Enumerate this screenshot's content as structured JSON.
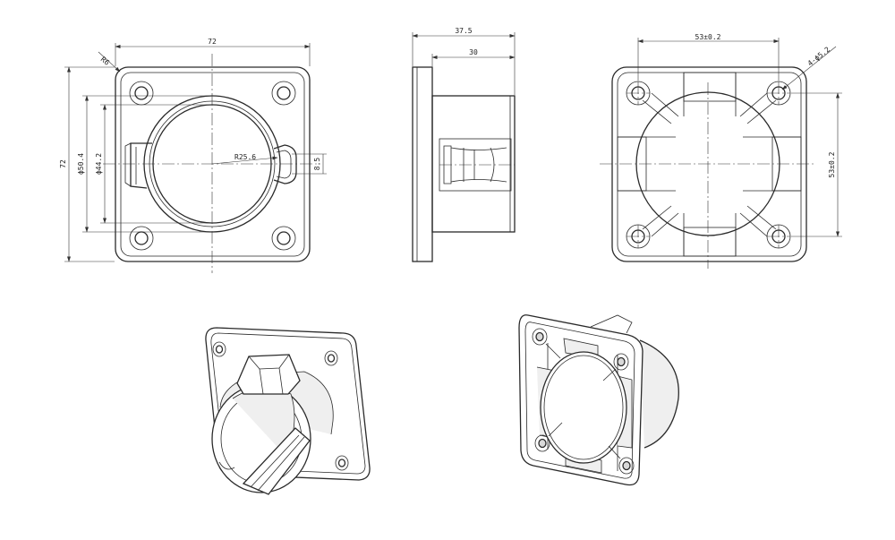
{
  "front_view": {
    "overall_width": "72",
    "overall_height": "72",
    "corner_radius": "R6",
    "outer_diameter": "ϕ50.4",
    "inner_diameter": "ϕ44.2",
    "radius": "R25.6",
    "slot_width": "8.5"
  },
  "side_view": {
    "total_depth": "37.5",
    "body_depth": "30"
  },
  "rear_view": {
    "hole_spacing_h": "53±0.2",
    "hole_spacing_v": "53±0.2",
    "hole_callout": "4-ϕ5.2"
  }
}
